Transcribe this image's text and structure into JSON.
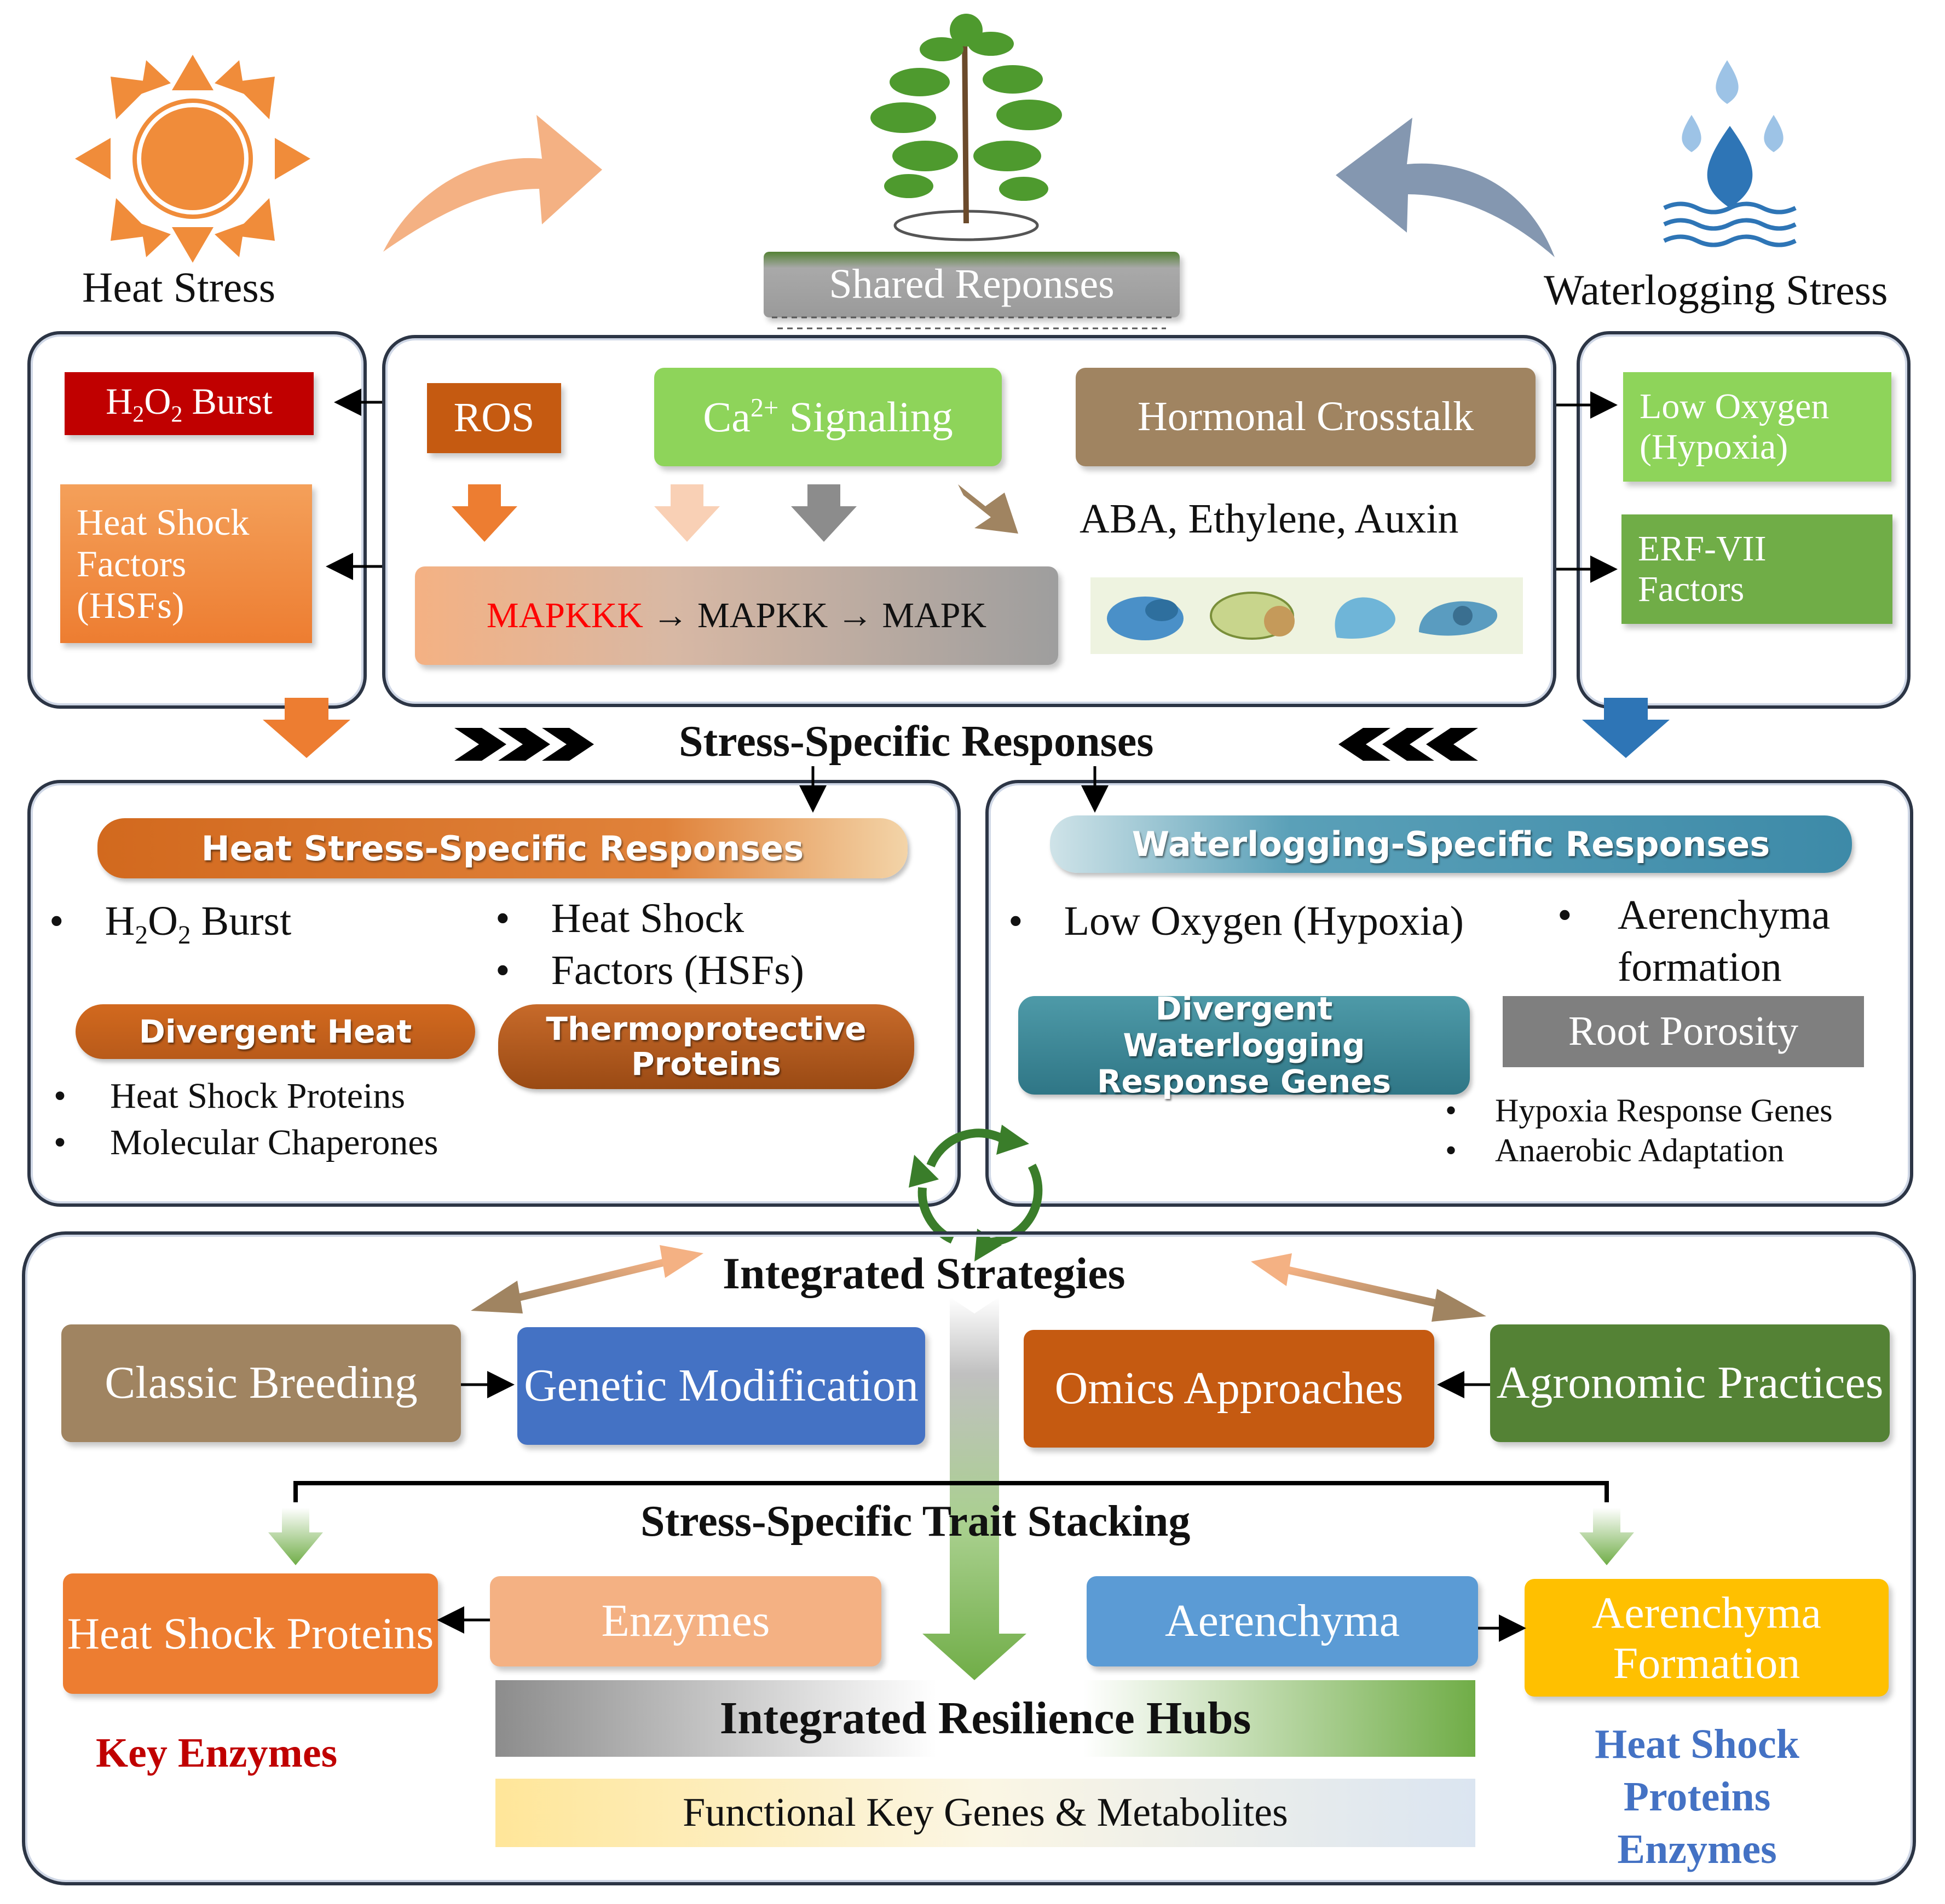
{
  "top": {
    "heat_label": "Heat Stress",
    "water_label": "Waterlogging Stress",
    "shared_label": "Shared Reponses"
  },
  "left_panel": {
    "h2o2": "Burst",
    "hsf": "Heat  Shock Factors (HSFs)"
  },
  "shared_panel": {
    "ros": "ROS",
    "ca": "Signaling",
    "hormonal": "Hormonal Crosstalk",
    "hormones": "ABA, Ethylene, Auxin",
    "mapkkk": "MAPKKK",
    "mapk_rest": "→ MAPKK → MAPK"
  },
  "right_panel": {
    "low_oxygen": "Low Oxygen (Hypoxia)",
    "erf": "ERF-VII Factors"
  },
  "specific": {
    "title": "Stress-Specific Responses",
    "heat_banner": "Heat Stress-Specific Responses",
    "heat_bullet_h2o2": "Burst",
    "heat_bullets_hsf": [
      "Heat Shock",
      "Factors (HSFs)"
    ],
    "divergent_heat": "Divergent Heat",
    "thermoprotective": "Thermoprotective Proteins",
    "heat_sub_bullets": [
      "Heat Shock Proteins",
      "Molecular Chaperones"
    ],
    "water_banner": "Waterlogging-Specific Responses",
    "water_bullet_hypoxia": "Low Oxygen (Hypoxia)",
    "water_bullet_aerenchyma": "Aerenchyma formation",
    "divergent_water": "Divergent Waterlogging Response Genes",
    "root_porosity": "Root Porosity",
    "water_sub_bullets": [
      "Hypoxia Response Genes",
      "Anaerobic Adaptation"
    ]
  },
  "integrated": {
    "title": "Integrated Strategies",
    "classic": "Classic Breeding",
    "genetic": "Genetic Modification",
    "omics": "Omics Approaches",
    "agronomic": "Agronomic Practices",
    "trait_title": "Stress-Specific Trait Stacking",
    "hsp": "Heat Shock Proteins",
    "enzymes": "Enzymes",
    "aerenchyma": "Aerenchyma",
    "aerenchyma_formation": "Aerenchyma Formation",
    "key_enzymes": "Key Enzymes",
    "right_note": [
      "Heat Shock",
      "Proteins",
      "Enzymes"
    ],
    "hubs": "Integrated Resilience Hubs",
    "functional": "Functional Key Genes & Metabolites"
  },
  "colors": {
    "heat_orange": "#ed7d31",
    "dark_red": "#c00000",
    "green": "#70ad47",
    "brown": "#a08461",
    "blue": "#4472c4",
    "omics": "#c55a11",
    "agronomic": "#548235",
    "gold": "#ffc000",
    "aerenchyma_blue": "#5b9bd5",
    "note_blue": "#4472c4"
  }
}
